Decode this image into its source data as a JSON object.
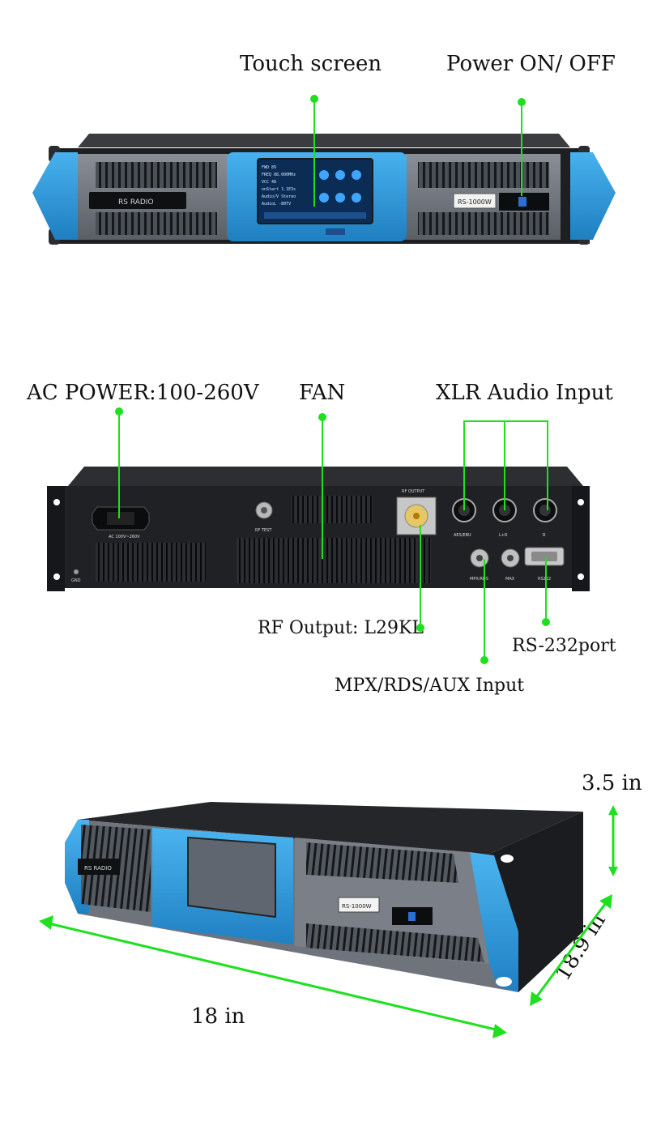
{
  "front_panel": {
    "touch_screen_label": "Touch screen",
    "power_label": "Power ON/ OFF",
    "brand_text": "RS RADIO",
    "model_text": "RS-1000W",
    "screen_lines": [
      "FWD  89",
      "FREQ 88.000MHz",
      "VCC  48",
      "onStart 1.1E3s",
      "Audio/V Stereo",
      "AudioL  -80TV"
    ],
    "screen_icons": [
      "Radio Set",
      "Freq Set",
      "Audio Set",
      "Conf Set",
      "Alarm Set",
      "System Set"
    ]
  },
  "rear_panel": {
    "ac_power_label": "AC POWER:100-260V",
    "fan_label": "FAN",
    "xlr_label": "XLR Audio Input",
    "rf_output_label": "RF Output: L29KL",
    "rs232_label": "RS-232port",
    "mpx_label": "MPX/RDS/AUX Input",
    "silk": {
      "ac_text": "AC  100V~260V",
      "rf_test": "RF TEST",
      "rf_output": "RF OUTPUT",
      "aes": "AES/EBU",
      "left": "L+R",
      "right": "R",
      "mpx": "MPX/RDS",
      "max": "MAX",
      "rs232": "RS232",
      "gnd": "GND"
    }
  },
  "dimensions": {
    "height": "3.5 in",
    "depth": "18.9 in",
    "width": "18 in",
    "model_text": "RS-1000W",
    "brand_text": "RS RADIO"
  },
  "colors": {
    "accent_blue": "#2f95d6",
    "callout_green": "#1ee01e",
    "chassis_dark": "#232528",
    "panel_gray": "#6b7078"
  }
}
